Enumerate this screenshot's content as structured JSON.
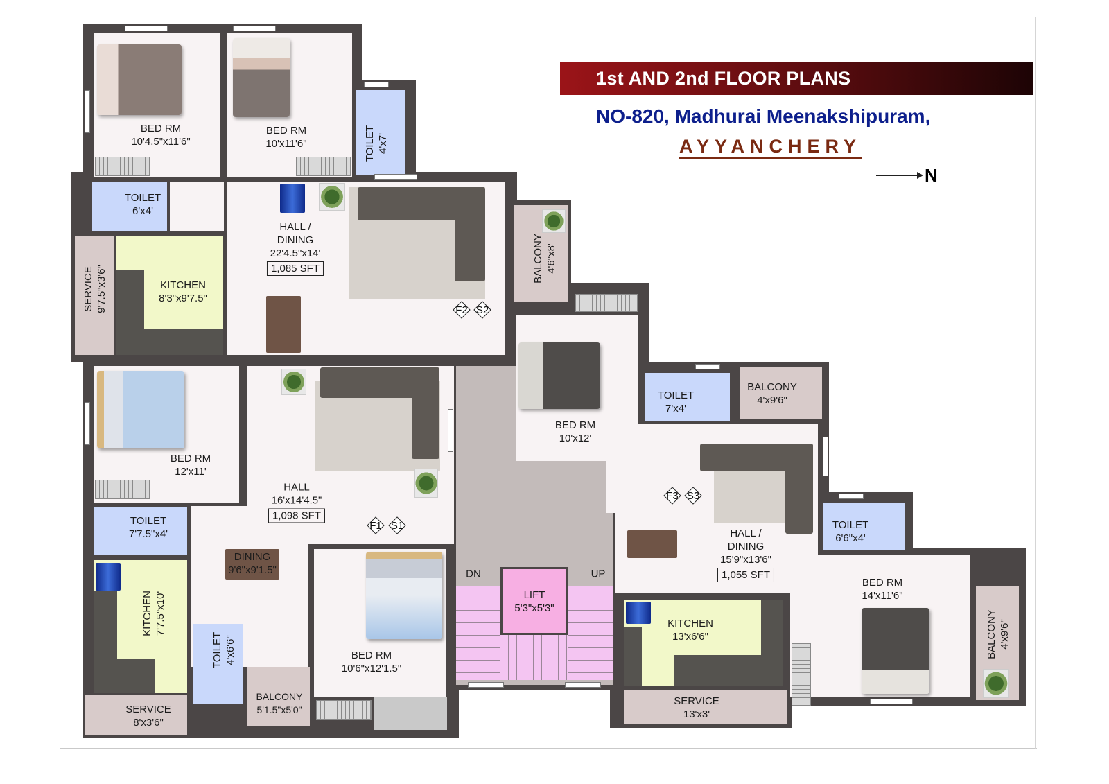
{
  "header": {
    "title": "1st AND 2nd FLOOR PLANS",
    "address": "NO-820, Madhurai Meenakshipuram,",
    "locality": "AYYANCHERY",
    "north_label": "N",
    "north_icon": "north-arrow-icon"
  },
  "colors": {
    "wall": "#4b4646",
    "room": "#f8f3f4",
    "toilet": "#c9d8fb",
    "kitchen": "#f2f8c9",
    "service_balcony": "#d8cbca",
    "lobby": "#c3bbba",
    "lift": "#f7afe3",
    "stairs": "#f4c5f2",
    "title_bar": "#9b1418",
    "address": "#0d1f8c",
    "locality": "#7a2a12"
  },
  "unit_top": {
    "markers": [
      "F2",
      "S2"
    ],
    "bed_1": {
      "name": "BED RM",
      "dim": "10'4.5\"x11'6\""
    },
    "bed_2": {
      "name": "BED RM",
      "dim": "10'x11'6\""
    },
    "toilet_a": {
      "name": "TOILET",
      "dim": "4'x7'"
    },
    "toilet_b": {
      "name": "TOILET",
      "dim": "6'x4'"
    },
    "hall": {
      "name_1": "HALL /",
      "name_2": "DINING",
      "dim": "22'4.5\"x14'",
      "area": "1,085 SFT"
    },
    "service": {
      "name": "SERVICE",
      "dim": "9'7.5\"x3'6\""
    },
    "kitchen": {
      "name": "KITCHEN",
      "dim": "8'3\"x9'7.5\""
    },
    "balcony": {
      "name": "BALCONY",
      "dim": "4'6\"x8'"
    }
  },
  "unit_left": {
    "markers": [
      "F1",
      "S1"
    ],
    "bed_1": {
      "name": "BED RM",
      "dim": "12'x11'"
    },
    "toilet_a": {
      "name": "TOILET",
      "dim": "7'7.5\"x4'"
    },
    "hall": {
      "name": "HALL",
      "dim": "16'x14'4.5\"",
      "area": "1,098 SFT"
    },
    "dining": {
      "name": "DINING",
      "dim": "9'6\"x9'1.5\""
    },
    "kitchen": {
      "name": "KITCHEN",
      "dim": "7'7.5\"x10'"
    },
    "toilet_b": {
      "name": "TOILET",
      "dim": "4'x6'6\""
    },
    "service": {
      "name": "SERVICE",
      "dim": "8'x3'6\""
    },
    "balcony": {
      "name": "BALCONY",
      "dim": "5'1.5\"x5'0\""
    },
    "bed_2": {
      "name": "BED RM",
      "dim": "10'6\"x12'1.5\""
    }
  },
  "lobby": {
    "down": "DN",
    "up": "UP",
    "lift": {
      "name": "LIFT",
      "dim": "5'3\"x5'3\""
    }
  },
  "unit_right": {
    "markers": [
      "F3",
      "S3"
    ],
    "bed_1": {
      "name": "BED RM",
      "dim": "10'x12'"
    },
    "toilet_a": {
      "name": "TOILET",
      "dim": "7'x4'"
    },
    "balcony_a": {
      "name": "BALCONY",
      "dim": "4'x9'6\""
    },
    "hall": {
      "name_1": "HALL /",
      "name_2": "DINING",
      "dim": "15'9\"x13'6\"",
      "area": "1,055 SFT"
    },
    "kitchen": {
      "name": "KITCHEN",
      "dim": "13'x6'6\""
    },
    "service": {
      "name": "SERVICE",
      "dim": "13'x3'"
    },
    "toilet_b": {
      "name": "TOILET",
      "dim": "6'6\"x4'"
    },
    "bed_2": {
      "name": "BED RM",
      "dim": "14'x11'6\""
    },
    "balcony_b": {
      "name": "BALCONY",
      "dim": "4'x9'6\""
    }
  }
}
